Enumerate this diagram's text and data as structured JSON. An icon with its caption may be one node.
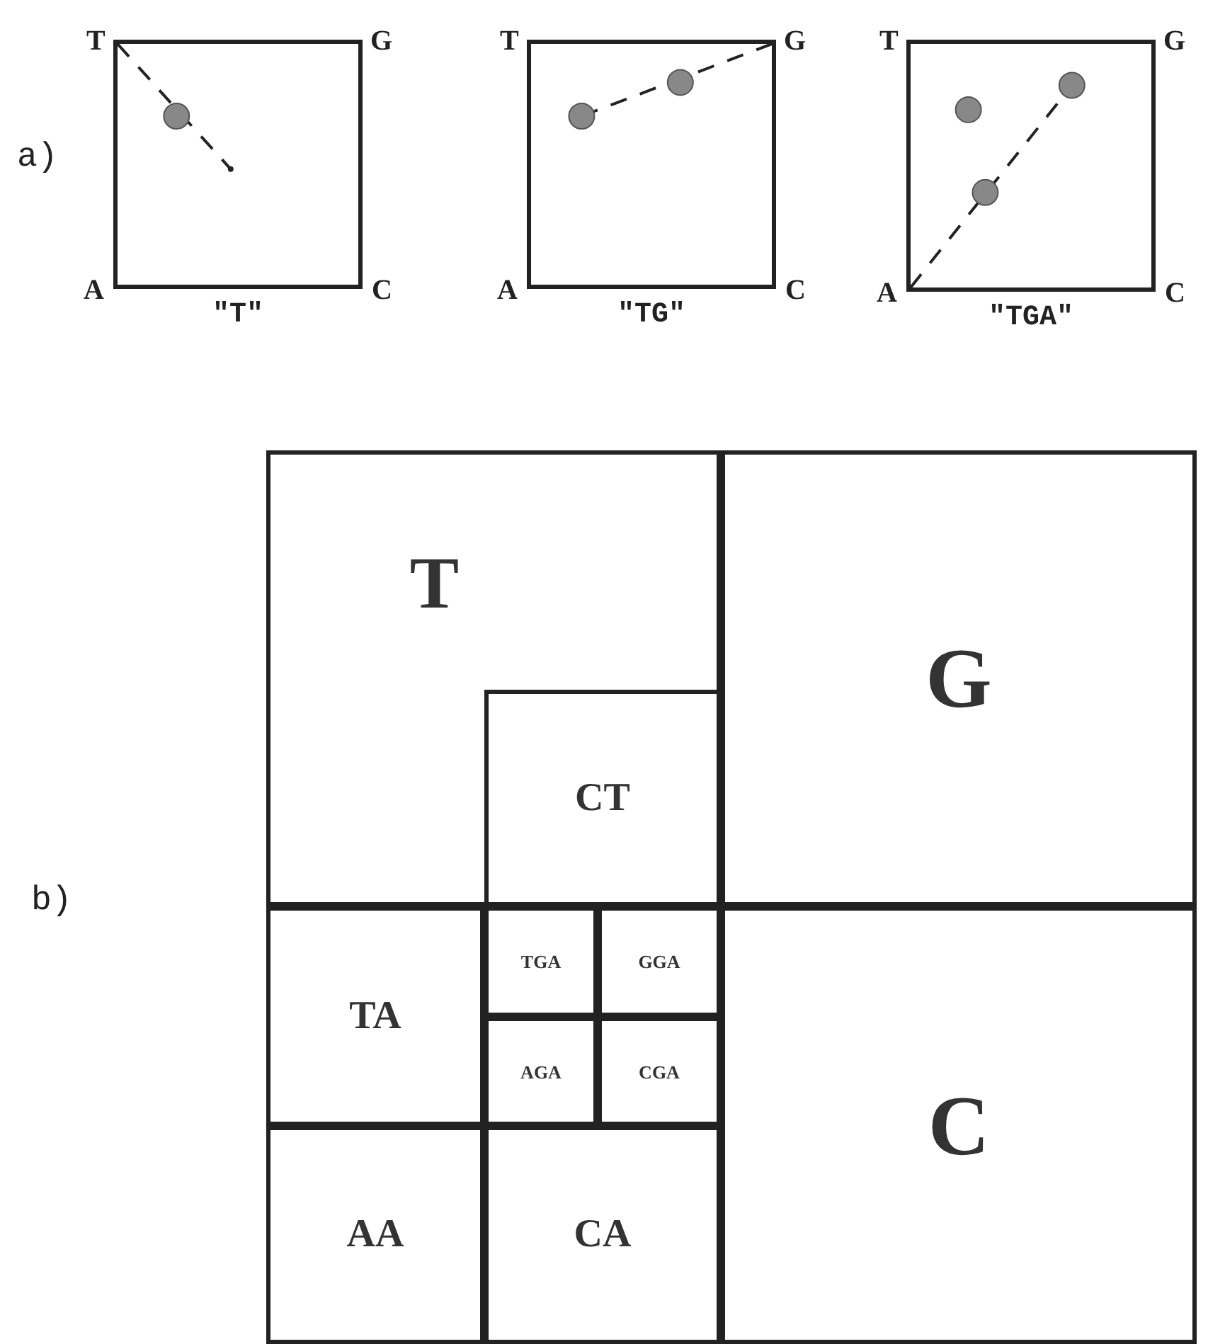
{
  "diagram": {
    "nodes": [
      {
        "text": [
          "T",
          "G",
          "A",
          "C"
        ],
        "beside": [
          "\"T\""
        ]
      },
      {
        "text": [
          "T",
          "G",
          "A",
          "C"
        ],
        "beside": [
          "\"TG\""
        ]
      },
      {
        "text": [
          "T",
          "G",
          "A",
          "C"
        ],
        "beside": [
          "\"TGA\""
        ]
      },
      {
        "text": [],
        "shape": "box"
      },
      {
        "text": [
          "T"
        ],
        "in": 3
      },
      {
        "text": [
          "CT"
        ],
        "in": 4
      },
      {
        "text": [
          "G"
        ],
        "in": 3
      },
      {
        "text": [
          "TA"
        ],
        "in": 3
      },
      {
        "text": [
          "TGA"
        ],
        "in": 3
      },
      {
        "text": [
          "GGA"
        ],
        "in": 3
      },
      {
        "text": [
          "AGA"
        ],
        "in": 3
      },
      {
        "text": [
          "CGA"
        ],
        "in": 3
      },
      {
        "text": [
          "AA"
        ],
        "in": 3
      },
      {
        "text": [
          "CA"
        ],
        "in": 3
      },
      {
        "text": [
          "C"
        ],
        "in": 3
      }
    ],
    "edges": [],
    "labels": [
      "a)",
      "b)"
    ]
  }
}
